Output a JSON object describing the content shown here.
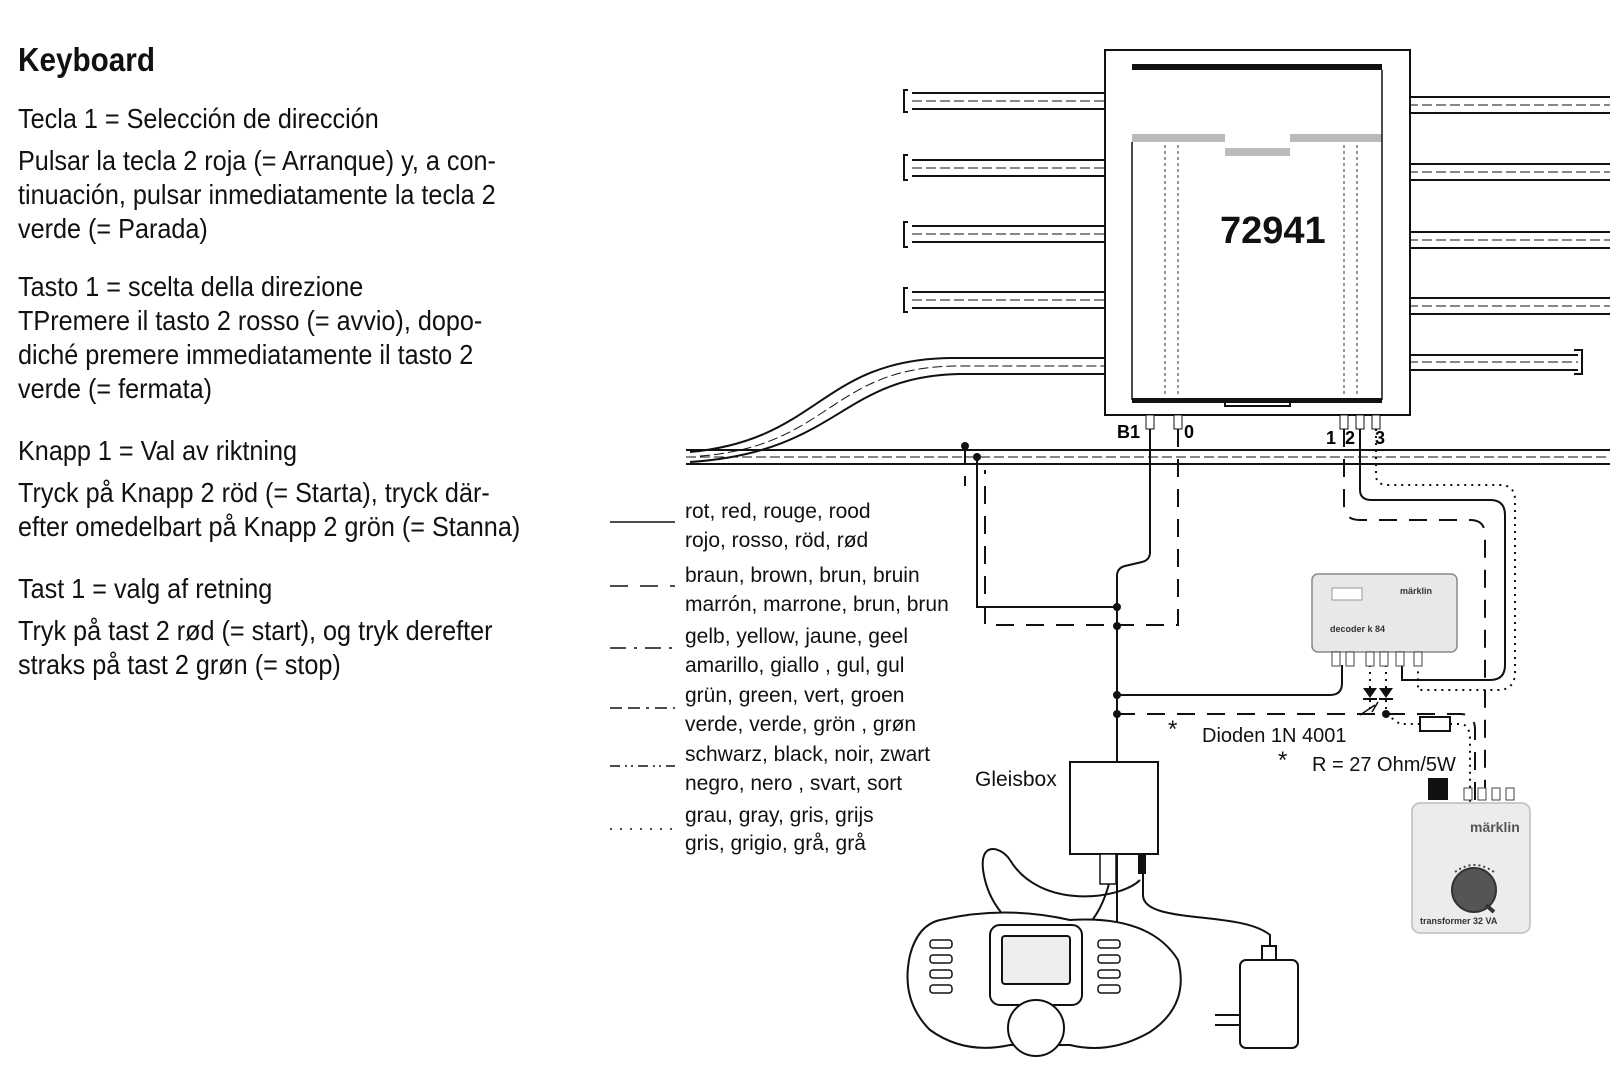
{
  "heading": "Keyboard",
  "paragraphs": {
    "es_1": "Tecla 1 = Selección de dirección",
    "es_2": "Pulsar la tecla 2 roja (= Arranque) y, a con-\ntinuación, pulsar inmediatamente la tecla 2\nverde (= Parada)",
    "it_1": "Tasto 1 = scelta della direzione",
    "it_2": "TPremere il tasto 2 rosso (= avvio), dopo-\ndiché premere immediatamente il tasto 2\nverde (= fermata)",
    "sv_1": "Knapp 1 = Val av riktning",
    "sv_2": "Tryck på Knapp 2 röd (= Starta), tryck där-\nefter omedelbart på Knapp 2 grön (= Stanna)",
    "da_1": "Tast 1 = valg af retning",
    "da_2": "Tryk på tast 2 rød (= start), og tryk derefter\nstraks på tast 2 grøn (= stop)"
  },
  "legend": [
    {
      "style": "solid",
      "line1": "rot, red, rouge, rood",
      "line2": "rojo, rosso, röd, rød"
    },
    {
      "style": "dashed",
      "line1": "braun, brown, brun, bruin",
      "line2": "marrón, marrone, brun, brun"
    },
    {
      "style": "dash-dot",
      "line1": "gelb, yellow, jaune, geel",
      "line2": "amarillo, giallo , gul, gul"
    },
    {
      "style": "dash-dash-dot",
      "line1": "grün, green, vert, groen",
      "line2": "verde, verde, grön , grøn"
    },
    {
      "style": "dash-dot-dot",
      "line1": "schwarz, black, noir, zwart",
      "line2": "negro, nero , svart, sort"
    },
    {
      "style": "dotted",
      "line1": "grau, gray, gris, grijs",
      "line2": "gris, grigio, grå, grå"
    }
  ],
  "diagram": {
    "turntable_number": "72941",
    "terminals_left": [
      "B1",
      "0"
    ],
    "terminals_right": [
      "1",
      "2",
      "3"
    ],
    "gleisbox_label": "Gleisbox",
    "decoder_label": "decoder k 84",
    "decoder_brand": "märklin",
    "diode_label": "Dioden 1N 4001",
    "resistor_label": "R = 27 Ohm/5W",
    "asterisk": "*",
    "transformer_brand": "märklin",
    "transformer_label": "transformer 32 VA"
  }
}
